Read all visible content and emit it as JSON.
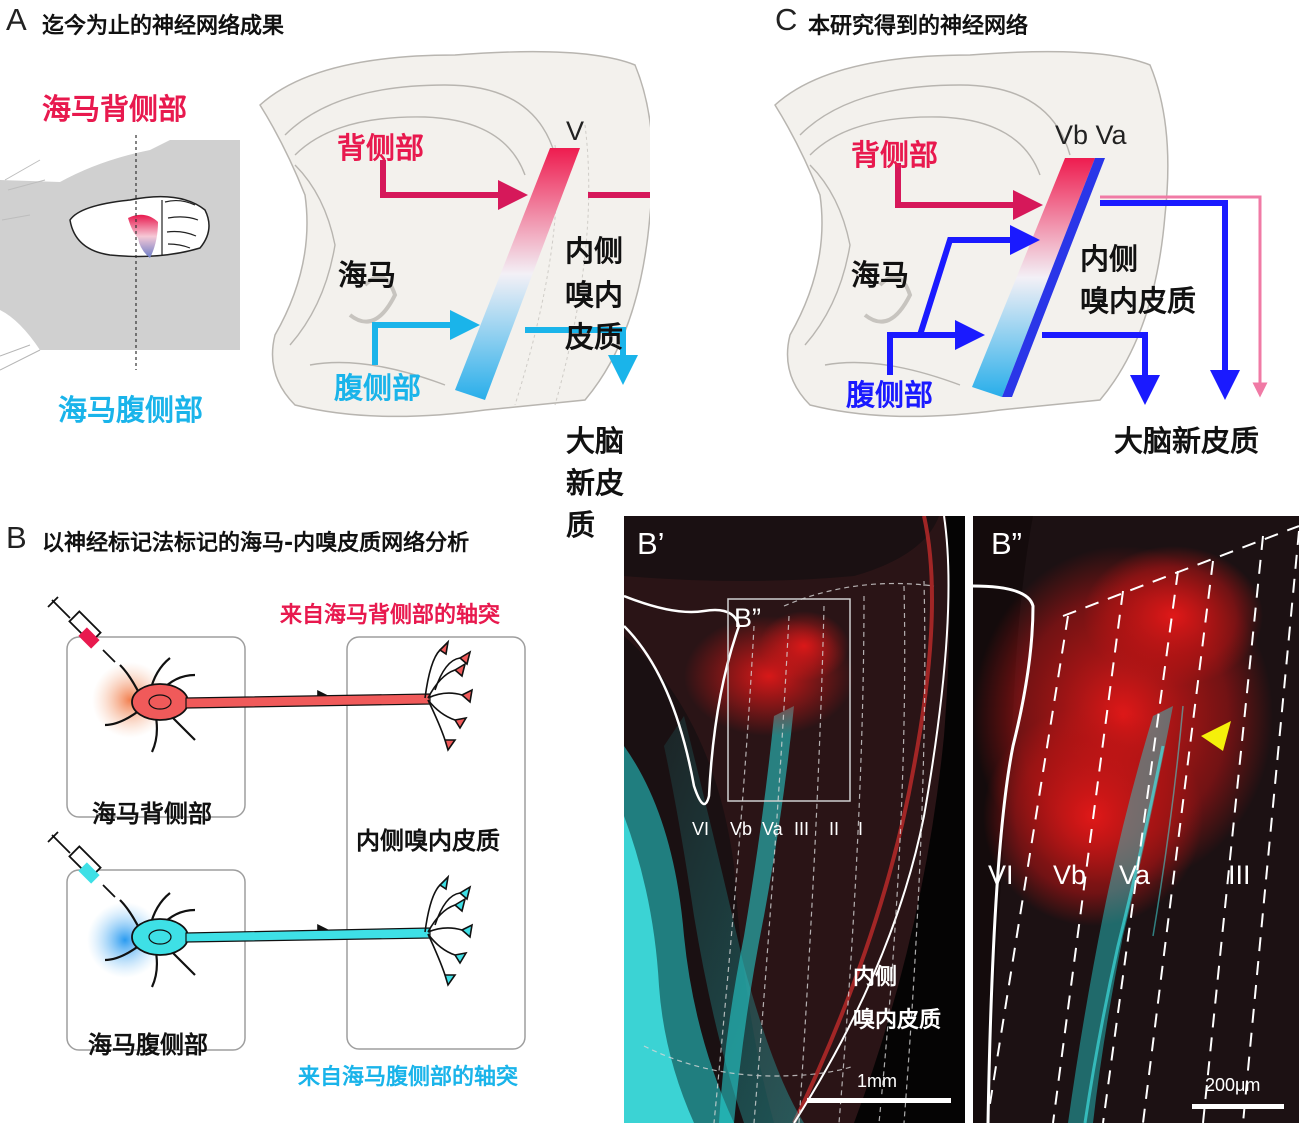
{
  "panel_a": {
    "letter": "A",
    "title": "迄今为止的神经网络成果",
    "mouse_dorsal_label": "海马背侧部",
    "mouse_ventral_label": "海马腹侧部",
    "dorsal_label": "背侧部",
    "hippocampus_label": "海马",
    "ventral_label": "腹侧部",
    "layer_label": "V",
    "mec_line1": "内侧",
    "mec_line2": "嗅内皮质",
    "neocortex_label": "大脑新皮质"
  },
  "panel_c": {
    "letter": "C",
    "title": "本研究得到的神经网络",
    "dorsal_label": "背侧部",
    "hippocampus_label": "海马",
    "ventral_label": "腹侧部",
    "layer_label": "Vb Va",
    "mec_line1": "内侧",
    "mec_line2": "嗅内皮质",
    "neocortex_label": "大脑新皮质"
  },
  "panel_b": {
    "letter": "B",
    "title": "以神经标记法标记的海马-内嗅皮质网络分析",
    "dorsal_axon_label": "来自海马背侧部的轴突",
    "ventral_axon_label": "来自海马腹侧部的轴突",
    "dorsal_neuron_label": "海马背侧部",
    "ventral_neuron_label": "海马腹侧部",
    "mec_label": "内侧嗅内皮质"
  },
  "panel_b1": {
    "letter": "B’",
    "inset_label": "B”",
    "layers": [
      "VI",
      "Vb",
      "Va",
      "III",
      "II",
      "I"
    ],
    "mec_line1": "内侧",
    "mec_line2": "嗅内皮质",
    "scale_label": "1mm"
  },
  "panel_b2": {
    "letter": "B”",
    "layers": [
      "VI",
      "Vb",
      "Va",
      "III"
    ],
    "scale_label": "200μm"
  },
  "colors": {
    "dorsal_red": "#e8194e",
    "ventral_cyan": "#1ab4ea",
    "blue": "#1a1aff",
    "pink": "#f07aa5",
    "arrow_crimson": "#d6185a",
    "micro_red": "#e01818",
    "micro_cyan": "#26d8d8",
    "yellow_marker": "#f5f00a"
  }
}
